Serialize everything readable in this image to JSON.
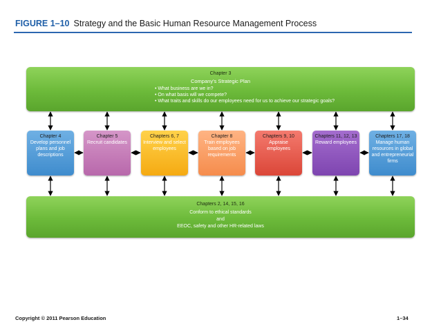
{
  "header": {
    "figure_label": "FIGURE 1–10",
    "title": "Strategy and the Basic Human Resource Management Process"
  },
  "strategic_plan": {
    "chapter": "Chapter 3",
    "title": "Company's Strategic Plan",
    "bullets": [
      "• What business are we in?",
      "• On what basis will we compete?",
      "• What traits and skills do our employees need for us to achieve our strategic goals?"
    ]
  },
  "steps": [
    {
      "chapter": "Chapter 4",
      "text": "Develop personnel plans and job descriptions",
      "color": "#3f8ccd"
    },
    {
      "chapter": "Chapter 5",
      "text": "Recruit candidates",
      "color": "#b868ab"
    },
    {
      "chapter": "Chapters 6, 7",
      "text": "Interview and select employees",
      "color": "#f5aa12"
    },
    {
      "chapter": "Chapter 8",
      "text": "Train employees based on job requirements",
      "color": "#f58c4c"
    },
    {
      "chapter": "Chapters 9, 10",
      "text": "Appraise employees",
      "color": "#db4638"
    },
    {
      "chapter": "Chapters 11, 12, 13",
      "text": "Reward employees",
      "color": "#7e45b0"
    },
    {
      "chapter": "Chapters 17, 18",
      "text": "Manage human resources in global and entrepreneurial firms",
      "color": "#3f8ccd"
    }
  ],
  "foundation": {
    "chapter": "Chapters 2, 14, 15, 16",
    "line1": "Conform to ethical standards",
    "line2": "and",
    "line3": "EEOC, safety and other HR-related laws"
  },
  "footer": {
    "copyright": "Copyright © 2011 Pearson Education",
    "page": "1–34"
  },
  "colors": {
    "bar_green": "#6cba3a",
    "title_blue": "#1f5fa8"
  }
}
